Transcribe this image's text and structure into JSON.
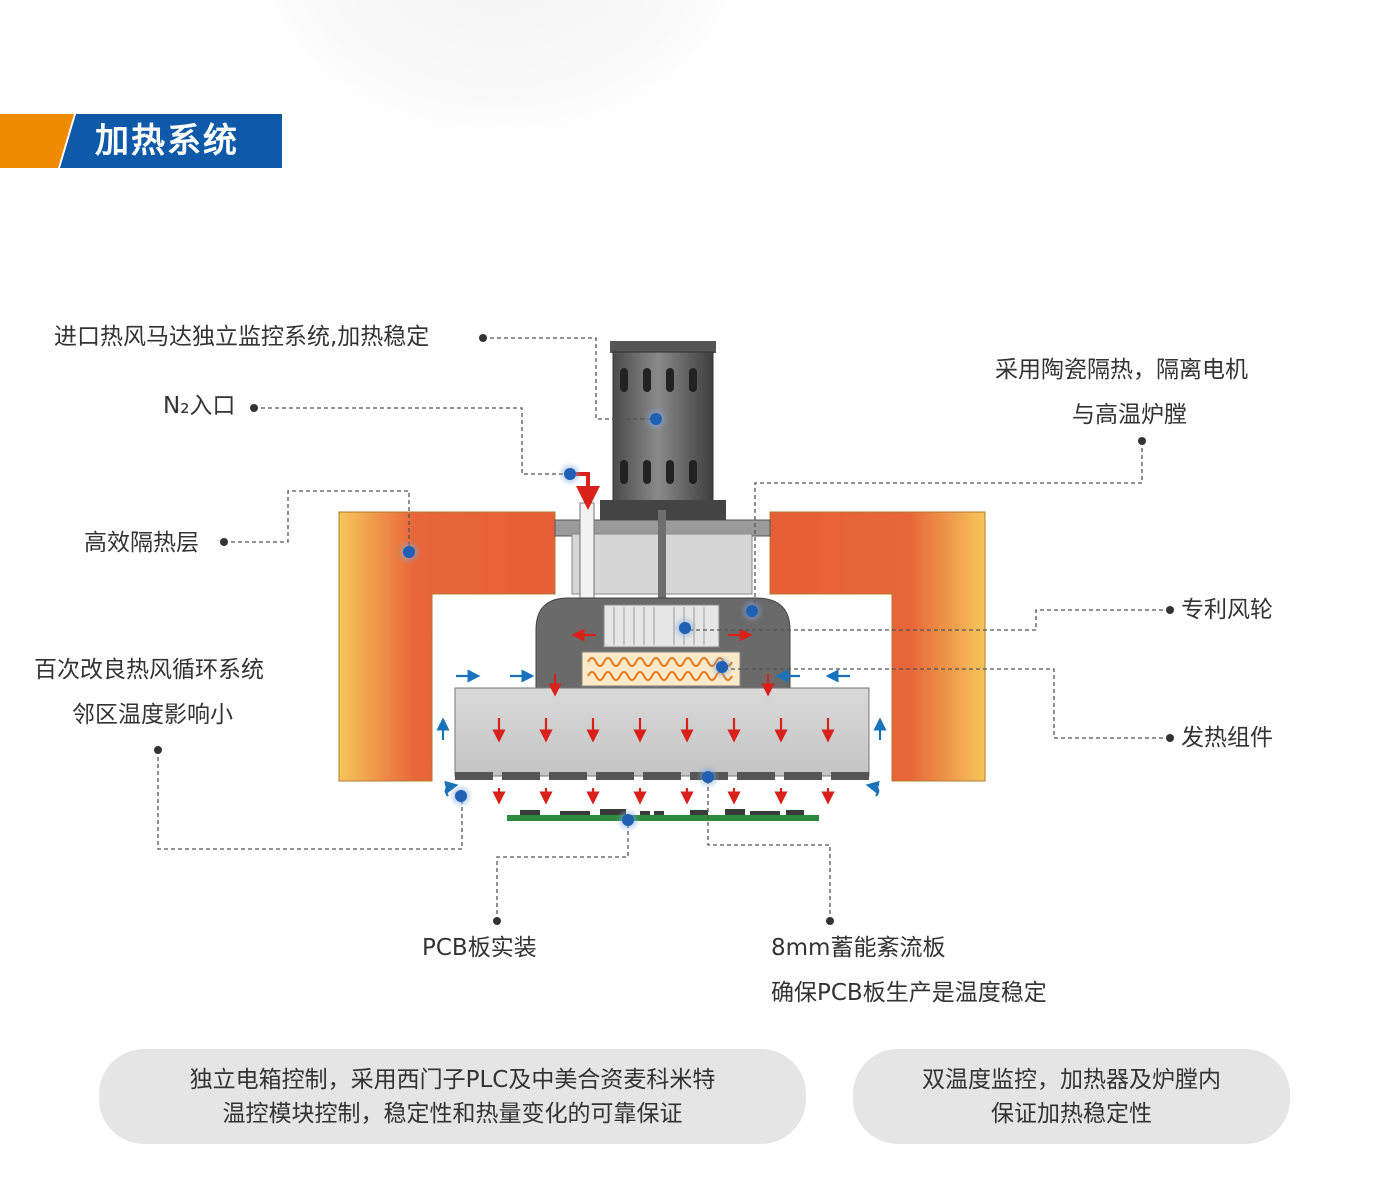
{
  "section_title": "加热系统",
  "labels": {
    "motor": "进口热风马达独立监控系统,加热稳定",
    "n2_inlet": "N₂入口",
    "ceramic_line1": "采用陶瓷隔热，隔离电机",
    "ceramic_line2": "与高温炉膛",
    "insulation": "高效隔热层",
    "fan_wheel": "专利风轮",
    "circulation_line1": "百次改良热风循环系统",
    "circulation_line2": "邻区温度影响小",
    "heater": "发热组件",
    "pcb": "PCB板实装",
    "plate_line1": "8mm蓄能紊流板",
    "plate_line2": "确保PCB板生产是温度稳定"
  },
  "pills": {
    "left_line1": "独立电箱控制，采用西门子PLC及中美合资麦科米特",
    "left_line2": "温控模块控制，稳定性和热量变化的可靠保证",
    "right_line1": "双温度监控，加热器及炉膛内",
    "right_line2": "保证加热稳定性"
  },
  "colors": {
    "accent_orange": "#f08a00",
    "brand_blue": "#0e5aa8",
    "marker_blue": "#1f5fb4",
    "arrow_red": "#d9211c",
    "arrow_blue": "#1a73b8",
    "pcb_green": "#2e8b3e"
  }
}
